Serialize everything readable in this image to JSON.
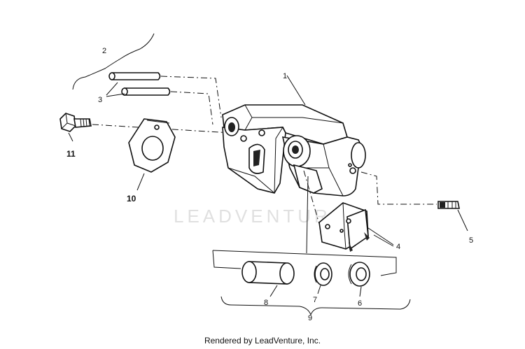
{
  "watermark": "LEADVENTURE",
  "footer": "Rendered by LeadVenture, Inc.",
  "callouts": {
    "c1": "1",
    "c2": "2",
    "c3": "3",
    "c4": "4",
    "c5": "5",
    "c6": "6",
    "c7": "7",
    "c8": "8",
    "c9": "9",
    "c10": "10",
    "c11": "11"
  },
  "colors": {
    "ink": "#111111",
    "watermark": "#c8c8c8"
  }
}
